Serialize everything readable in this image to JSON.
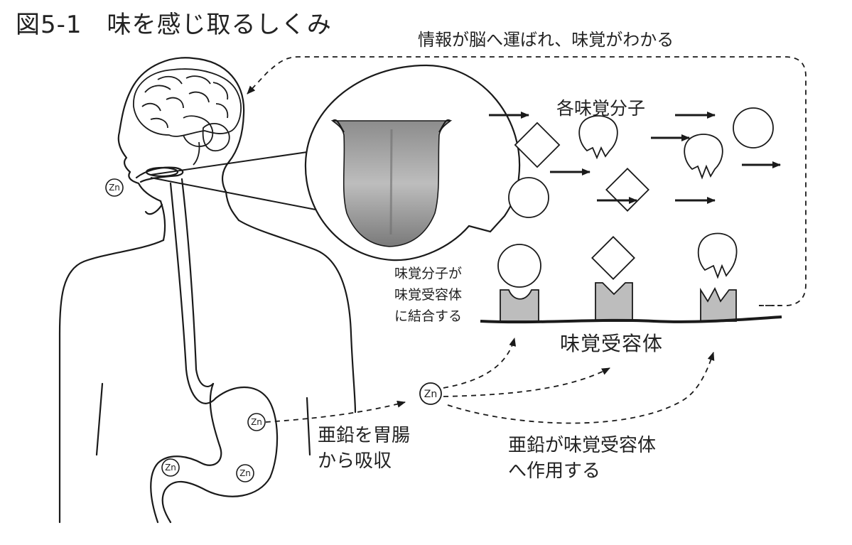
{
  "title": "図5-1　味を感じ取るしくみ",
  "labels": {
    "brain_info": "情報が脳へ運ばれ、味覚がわかる",
    "taste_molecules": "各味覚分子",
    "binding": [
      "味覚分子が",
      "味覚受容体",
      "に結合する"
    ],
    "receptor": "味覚受容体",
    "absorb": [
      "亜鉛を胃腸",
      "から吸収"
    ],
    "zinc_action": [
      "亜鉛が味覚受容体",
      "へ作用する"
    ]
  },
  "zinc_symbol": "Zn",
  "colors": {
    "line": "#1a1a1a",
    "receptor_fill": "#bdbdbd",
    "tongue": "#a9a9a9"
  }
}
